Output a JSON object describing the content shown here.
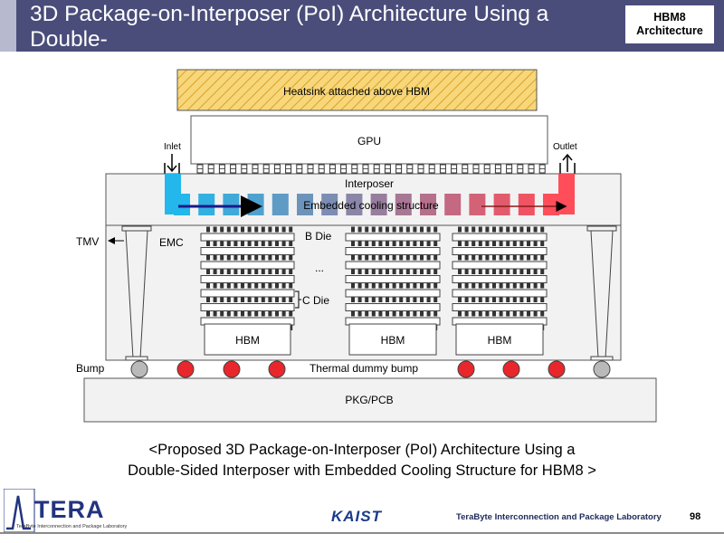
{
  "header": {
    "title_line1": "3D Package-on-Interposer (PoI) Architecture Using a Double-",
    "title_line2": "Sided Interposer with Embedded Cooling Structure for HBM8",
    "badge_line1": "HBM8",
    "badge_line2": "Architecture"
  },
  "diagram": {
    "heatsink_label": "Heatsink attached above HBM",
    "gpu_label": "GPU",
    "inlet_label": "Inlet",
    "outlet_label": "Outlet",
    "interposer_label": "Interposer",
    "cooling_label": "Embedded cooling structure",
    "tmv_label": "TMV",
    "emc_label": "EMC",
    "bdie_label": "B Die",
    "ellipsis_label": "...",
    "cdie_label": "C Die",
    "hbm_label": "HBM",
    "bump_label": "Bump",
    "thermal_bump_label": "Thermal dummy bump",
    "pkg_label": "PKG/PCB",
    "colors": {
      "hot": "#ff4d5a",
      "cold": "#23b7ec",
      "heatsink": "#f7d77a",
      "dummy_bump": "#e8262b",
      "signal_bump": "#b9b9b9"
    }
  },
  "caption": {
    "line1": "<Proposed 3D Package-on-Interposer (PoI) Architecture Using a",
    "line2": "Double-Sided Interposer with Embedded Cooling Structure for HBM8 >"
  },
  "footer": {
    "logo_name": "TERA",
    "logo_sub": "TeraByte Interconnection and Package Laboratory",
    "kaist": "KAIST",
    "lab": "TeraByte Interconnection and Package Laboratory",
    "page": "98"
  }
}
